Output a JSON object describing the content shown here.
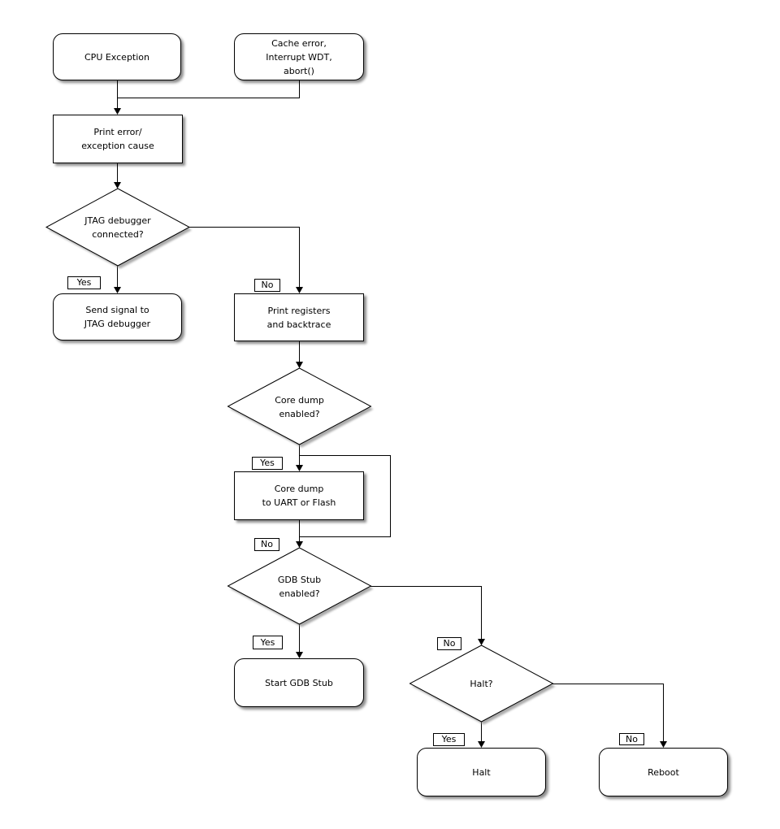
{
  "diagram_type": "flowchart",
  "colors": {
    "background": "#ffffff",
    "stroke": "#000000",
    "node_fill": "#ffffff",
    "shadow": "#8f8f8f"
  },
  "nodes": {
    "cpu_exception": "CPU Exception",
    "cache_error": "Cache error,\nInterrupt WDT,\nabort()",
    "print_error": "Print error/\nexception cause",
    "jtag_connected": "JTAG debugger\nconnected?",
    "send_signal": "Send signal to\nJTAG debugger",
    "print_registers": "Print registers\nand backtrace",
    "core_dump_enabled": "Core dump\nenabled?",
    "core_dump": "Core dump\nto UART or Flash",
    "gdb_stub_enabled": "GDB Stub\nenabled?",
    "start_gdb_stub": "Start GDB Stub",
    "halt_question": "Halt?",
    "halt": "Halt",
    "reboot": "Reboot"
  },
  "edge_labels": {
    "jtag_yes": "Yes",
    "jtag_no": "No",
    "core_dump_yes": "Yes",
    "core_dump_no": "No",
    "gdb_yes": "Yes",
    "gdb_no": "No",
    "halt_yes": "Yes",
    "halt_no": "No"
  }
}
